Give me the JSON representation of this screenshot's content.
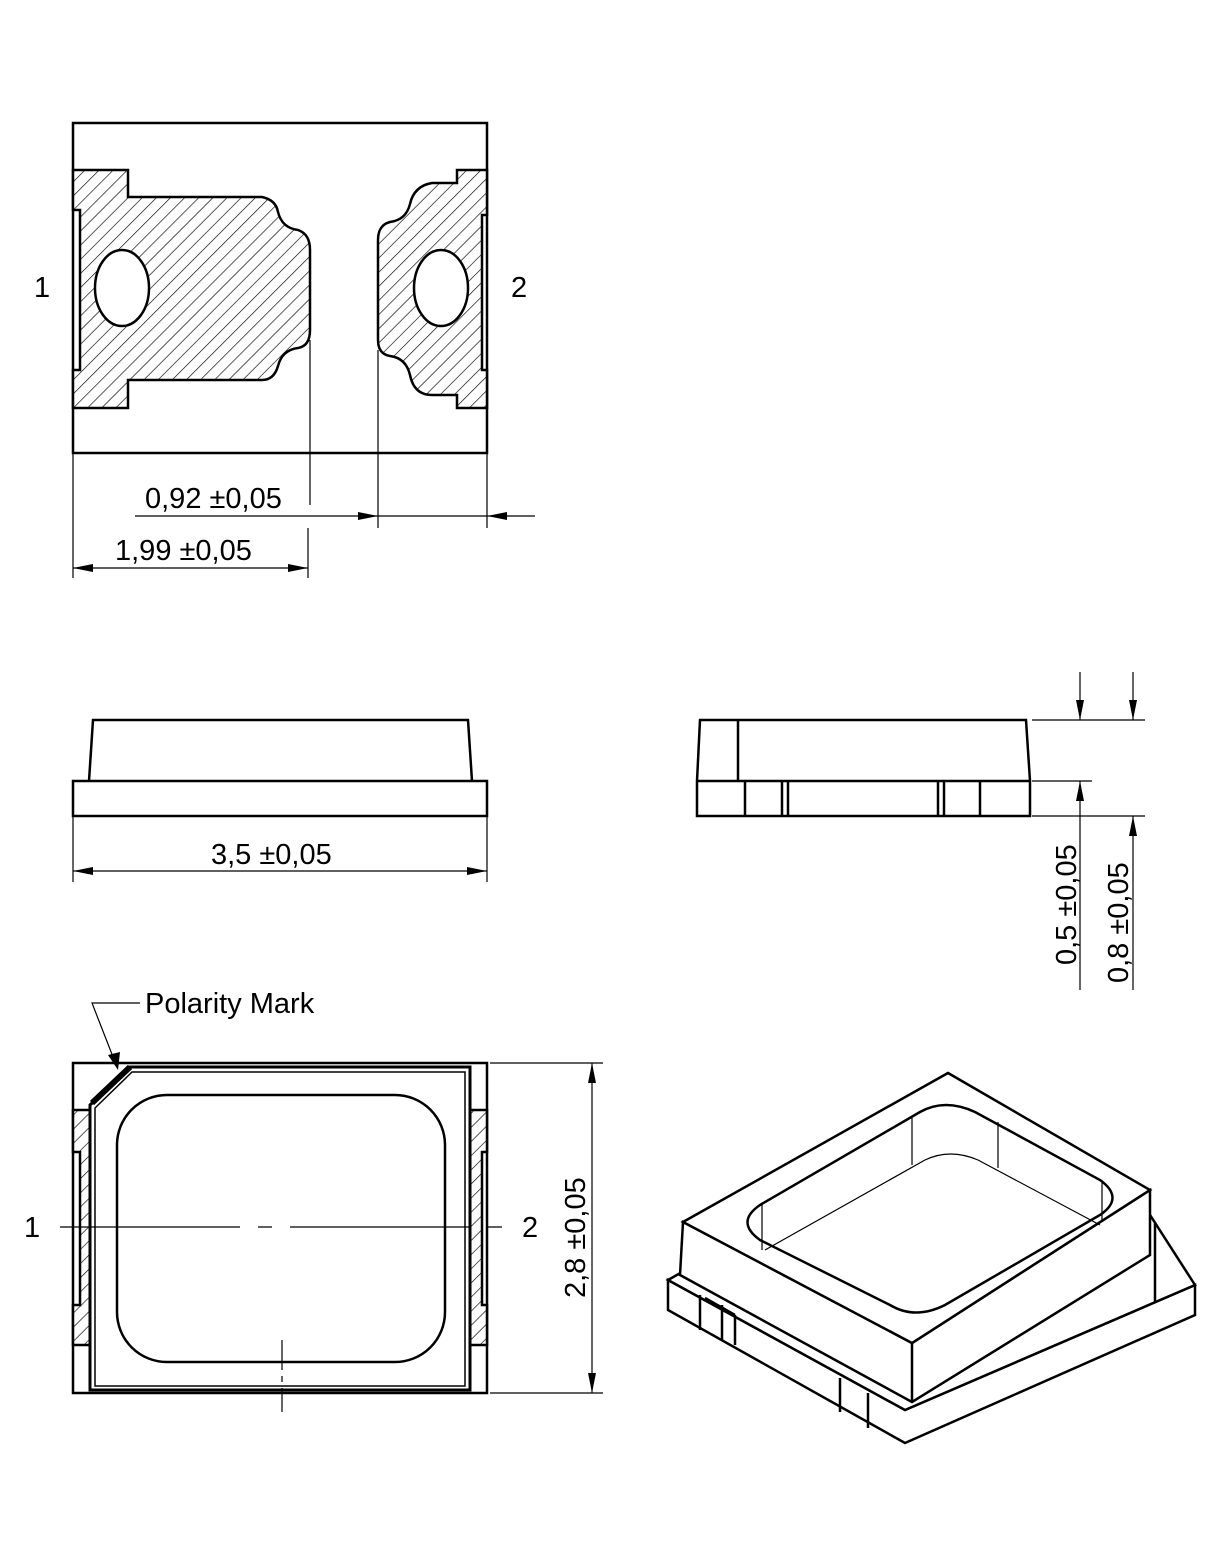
{
  "top_view": {
    "pin_left": "1",
    "pin_right": "2",
    "dim_pad_gap": "0,92 ±0,05",
    "dim_pad_width": "1,99 ±0,05"
  },
  "side_view": {
    "dim_length": "3,5 ±0,05"
  },
  "end_view": {
    "dim_base_height": "0,5 ±0,05",
    "dim_total_height": "0,8 ±0,05"
  },
  "bottom_view": {
    "polarity_label": "Polarity Mark",
    "pin_left": "1",
    "pin_right": "2",
    "dim_width": "2,8 ±0,05"
  },
  "colors": {
    "line": "#000000",
    "background": "#ffffff"
  }
}
